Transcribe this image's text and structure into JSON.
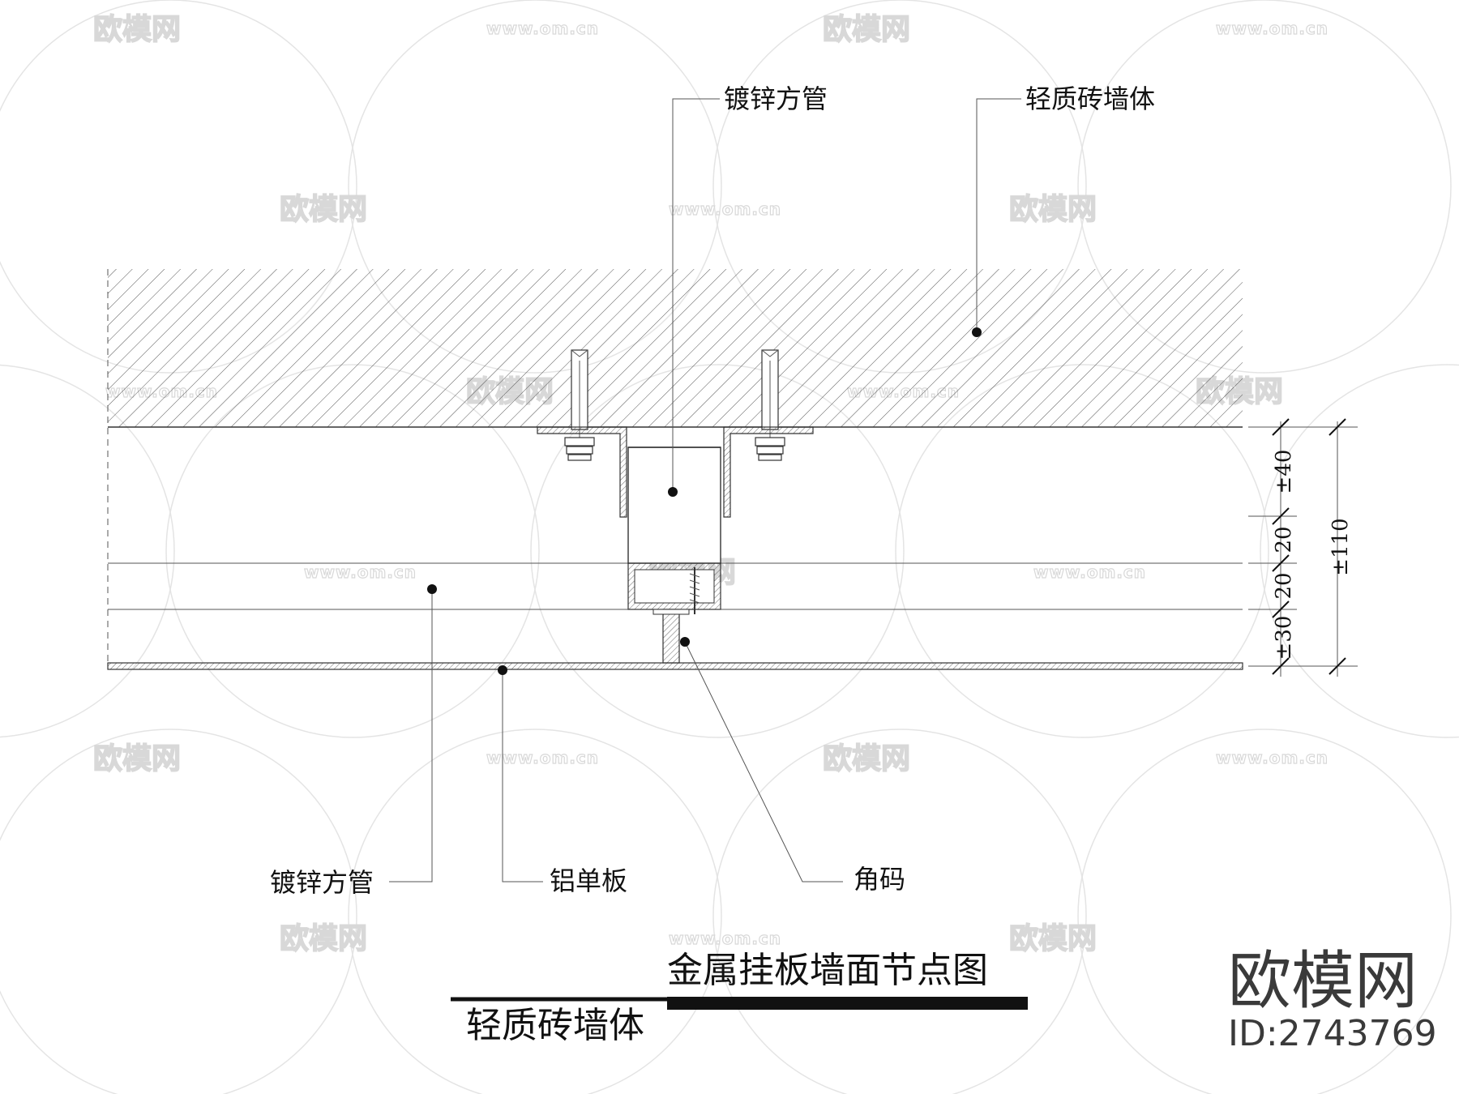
{
  "drawing_title": "金属挂板墙面节点图",
  "drawing_subtitle": "轻质砖墙体",
  "labels": {
    "galvanized_tube_top": "镀锌方管",
    "brick_wall": "轻质砖墙体",
    "galvanized_tube_bottom": "镀锌方管",
    "aluminum_panel": "铝单板",
    "corner_bracket": "角码"
  },
  "dimensions": {
    "d1": "±40",
    "d2": "20",
    "d3": "20",
    "d4": "±30",
    "total": "±110"
  },
  "watermark": {
    "logo": "欧模网",
    "url": "www.om.cn"
  },
  "brand": {
    "name": "欧模网",
    "id": "ID:2743769"
  }
}
